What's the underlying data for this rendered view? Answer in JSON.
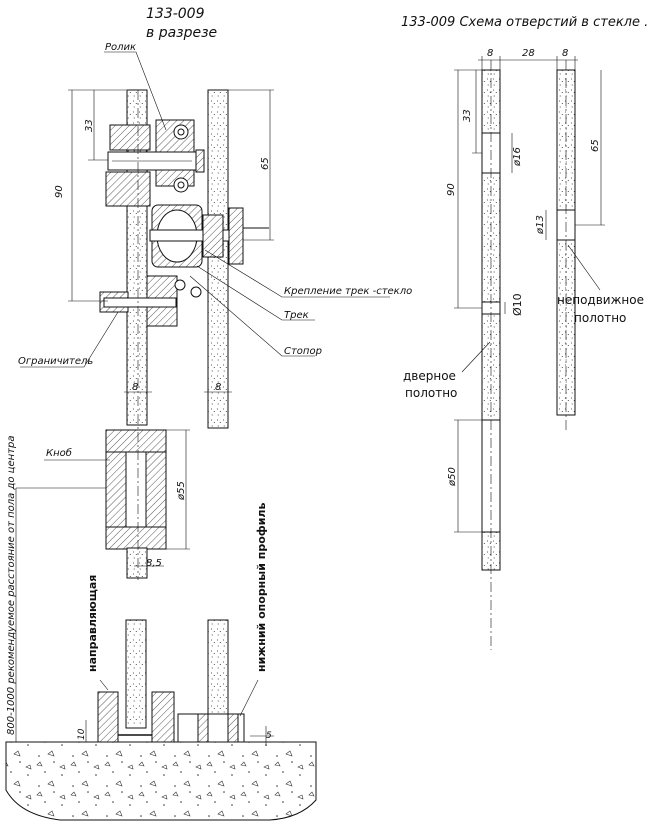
{
  "left": {
    "code": "133-009",
    "subtitle": "в разрезе",
    "labels": {
      "roller": "Ролик",
      "mount": "Крепление трек -стекло",
      "track": "Трек",
      "stopper": "Стопор",
      "limiter": "Ограничитель",
      "knob": "Кноб",
      "guide": "направляющая",
      "profile": "нижний опорный профиль",
      "height_note": "800-1000  рекомендуемое расстояние от пола до центра"
    },
    "dims": {
      "d33": "33",
      "d90": "90",
      "d65": "65",
      "d8a": "8",
      "d8b": "8",
      "d55": "ø55",
      "d85": "8,5",
      "d10": "10",
      "d5": "5"
    }
  },
  "right": {
    "title": "133-009  Схема отверстий в стекле .",
    "dims": {
      "w8a": "8",
      "w28": "28",
      "w8b": "8",
      "d33": "33",
      "d90": "90",
      "d65": "65",
      "h16": "ø16",
      "h13": "ø13",
      "h10": "Ø10",
      "h50": "ø50"
    },
    "labels": {
      "fixed_panel_1": "неподвижное",
      "fixed_panel_2": "полотно",
      "door_panel_1": "дверное",
      "door_panel_2": "полотно"
    }
  }
}
